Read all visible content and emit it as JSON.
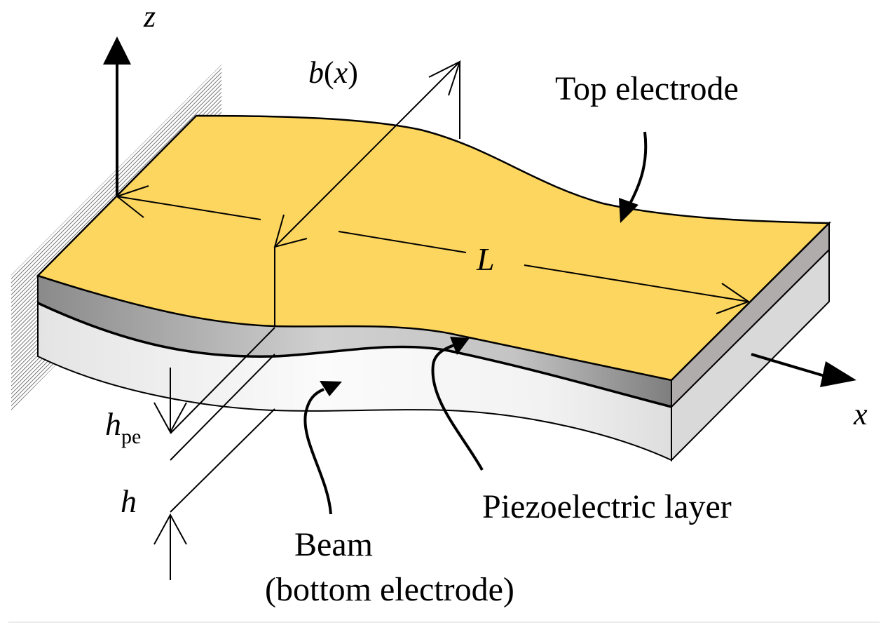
{
  "diagram": {
    "title": "Piezoelectric cantilever beam",
    "colors": {
      "top_electrode": "#FDD65F",
      "piezo_layer_dark": "#8a8a8a",
      "piezo_layer_light": "#d2d2d2",
      "piezo_end_face": "#b0acab",
      "beam_side_light": "#f8f8f8",
      "beam_side_dark": "#dcdcdc",
      "beam_end_face": "#d9d9d9",
      "outline": "#000000"
    },
    "axes": {
      "z_label": "z",
      "x_label": "x"
    },
    "dimensions": {
      "width_label": "b(x)",
      "width_label_main": "b",
      "width_label_paren_open": "(",
      "width_label_var": "x",
      "width_label_paren_close": ")",
      "length_label": "L",
      "piezo_thickness_label": "h",
      "piezo_thickness_subscript": "pe",
      "beam_thickness_label": "h"
    },
    "callouts": {
      "top_electrode": "Top electrode",
      "piezo_layer": "Piezoelectric layer",
      "beam_line1": "Beam",
      "beam_line2": "(bottom electrode)"
    }
  }
}
